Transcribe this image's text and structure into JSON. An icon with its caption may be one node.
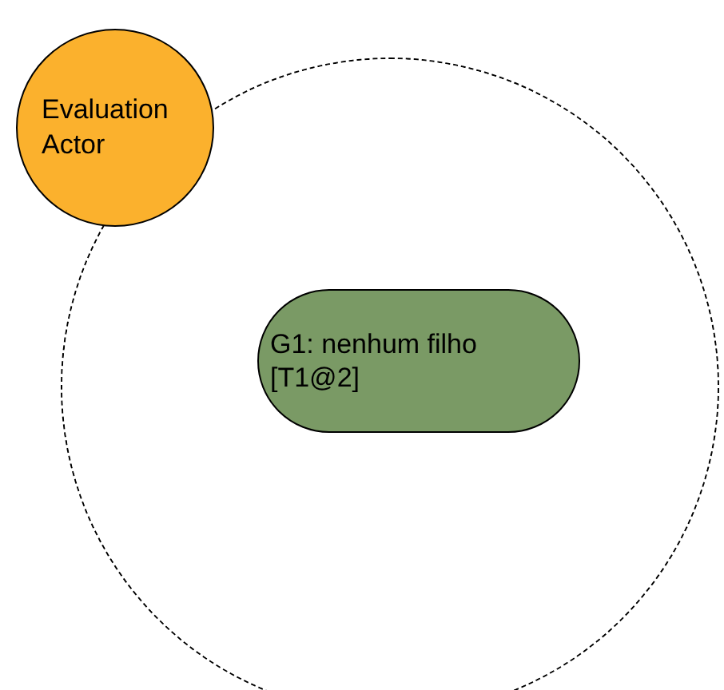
{
  "diagram": {
    "nodes": [
      {
        "text": [],
        "shape": "circle"
      },
      {
        "text": [
          "Evaluation Actor"
        ]
      },
      {
        "text": [
          "G1: nenhum filho [T1@2]"
        ],
        "in": 0
      }
    ]
  }
}
